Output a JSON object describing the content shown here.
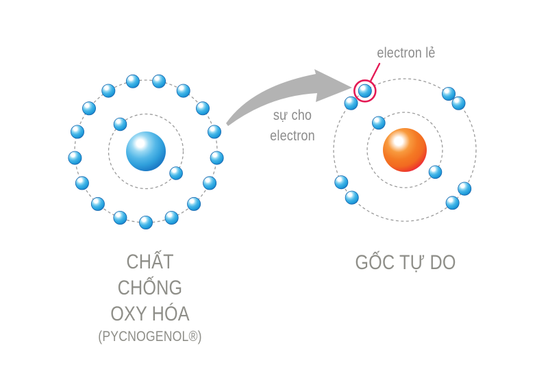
{
  "figure": {
    "background": "#ffffff",
    "callout_label": "electron lẻ",
    "transfer_label_line1": "sự cho",
    "transfer_label_line2": "electron",
    "left_atom": {
      "role": "antioxidant",
      "label_line1": "CHẤT CHỐNG",
      "label_line2": "OXY HÓA",
      "label_line3": "(PYCNOGENOL®)",
      "inner_electrons": 2,
      "outer_electrons": 17,
      "nucleus_color": "#2f9fdb",
      "electron_color": "#29a3df"
    },
    "right_atom": {
      "role": "free-radical",
      "label": "GỐC TỰ DO",
      "inner_electrons": 2,
      "outer_electrons": 8,
      "nucleus_color": "#f26a21",
      "nucleus_rim_color": "#ec1556",
      "unpaired_electron_marked": true
    },
    "colors": {
      "arrow": "#b3b3b3",
      "orbit": "#9a9a9a",
      "text": "#8d8d8d",
      "callout_ring": "#e41a55"
    }
  }
}
